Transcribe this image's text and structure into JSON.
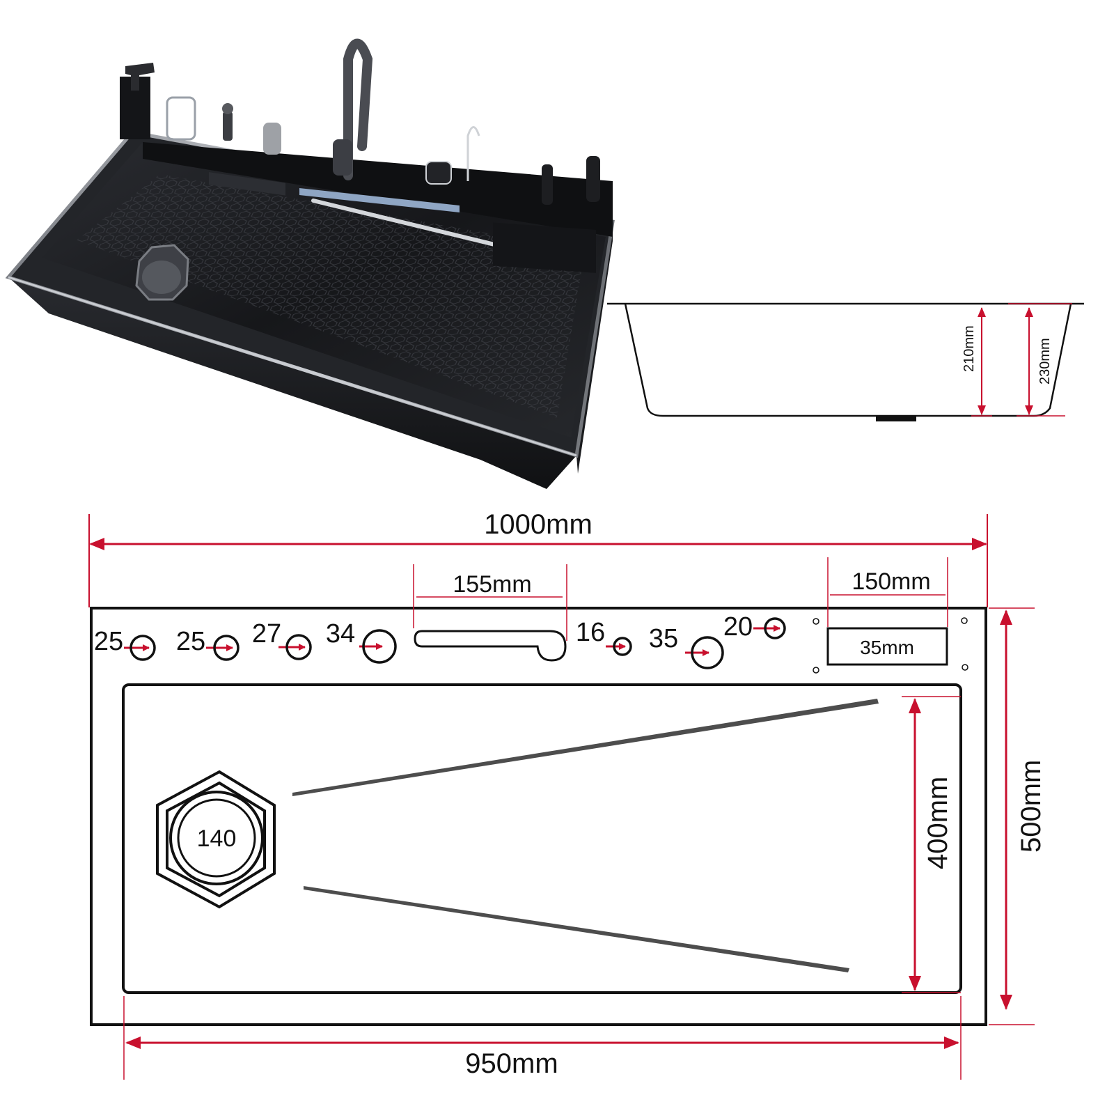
{
  "colors": {
    "dimension_red": "#c8102e",
    "line_black": "#111111",
    "sink_dark": "#1c1d20"
  },
  "side_view": {
    "inner_depth": "210mm",
    "outer_depth": "230mm"
  },
  "top_view": {
    "overall_width": "1000mm",
    "bowl_width": "950mm",
    "overall_depth": "500mm",
    "bowl_depth": "400mm",
    "waterfall_slot": "155mm",
    "knife_block_width": "150mm",
    "knife_block_depth": "35mm",
    "drain_diameter": "140",
    "holes": [
      "25",
      "25",
      "27",
      "34",
      "16",
      "35",
      "20"
    ]
  }
}
